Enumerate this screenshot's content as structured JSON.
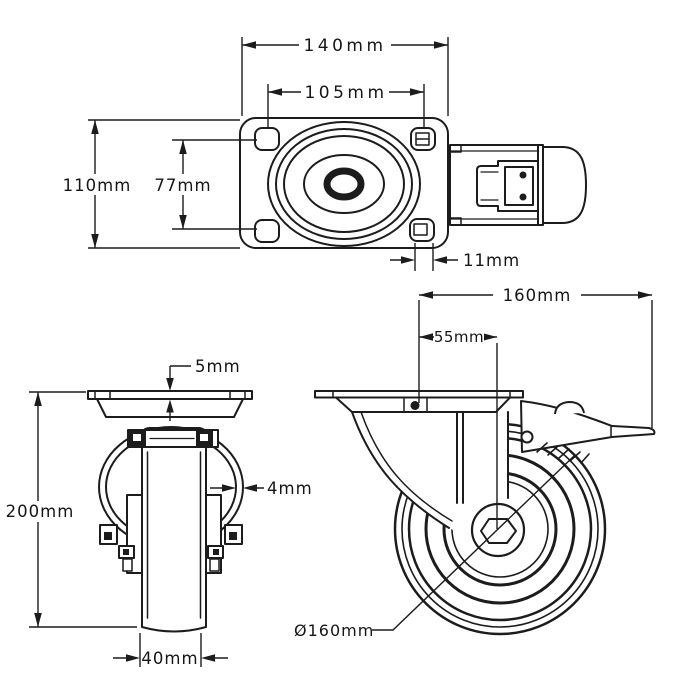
{
  "colors": {
    "line": "#1c1c1c",
    "background": "#ffffff"
  },
  "views": {
    "top": {
      "dims": {
        "overall_width": "140mm",
        "bolt_spacing_width": "105mm",
        "plate_depth": "110mm",
        "bolt_spacing_depth": "77mm",
        "bolt_hole": "11mm"
      }
    },
    "front": {
      "dims": {
        "plate_thickness": "5mm",
        "overall_height": "200mm",
        "fork_wall": "4mm",
        "wheel_width": "40mm"
      }
    },
    "side": {
      "dims": {
        "overall_length": "160mm",
        "swivel_offset": "55mm",
        "wheel_diameter": "Ø160mm"
      }
    }
  }
}
